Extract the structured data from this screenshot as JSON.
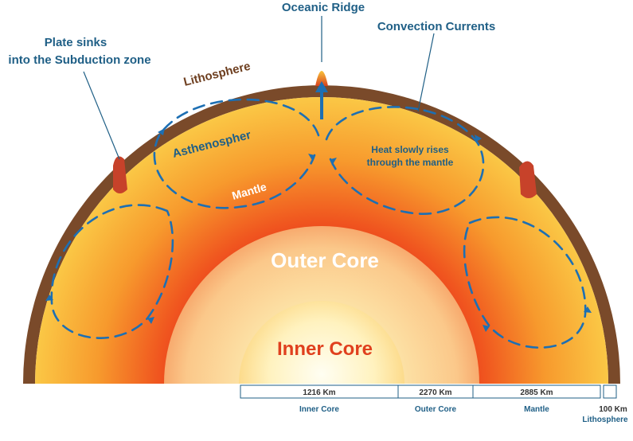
{
  "labels": {
    "oceanic_ridge": "Oceanic Ridge",
    "convection_currents": "Convection Currents",
    "plate_sinks_line1": "Plate sinks",
    "plate_sinks_line2": "into the Subduction zone",
    "lithosphere": "Lithosphere",
    "asthenosphere": "Asthenospher",
    "heat_rises_line1": "Heat slowly rises",
    "heat_rises_line2": "through the mantle",
    "mantle": "Mantle",
    "outer_core": "Outer Core",
    "inner_core": "Inner Core"
  },
  "scale": [
    {
      "value": "1216 Km",
      "name": "Inner Core"
    },
    {
      "value": "2270 Km",
      "name": "Outer Core"
    },
    {
      "value": "2885 Km",
      "name": "Mantle"
    },
    {
      "value": "100 Km",
      "name": "Lithosphere"
    }
  ],
  "colors": {
    "crust": "#7a4a2a",
    "mantle_outer": "#f7c23a",
    "mantle_inner": "#e8391d",
    "outer_core": "#fbd08a",
    "inner_core": "#fff6c8",
    "arrows": "#1d6fb3",
    "text": "#1f5f86"
  }
}
